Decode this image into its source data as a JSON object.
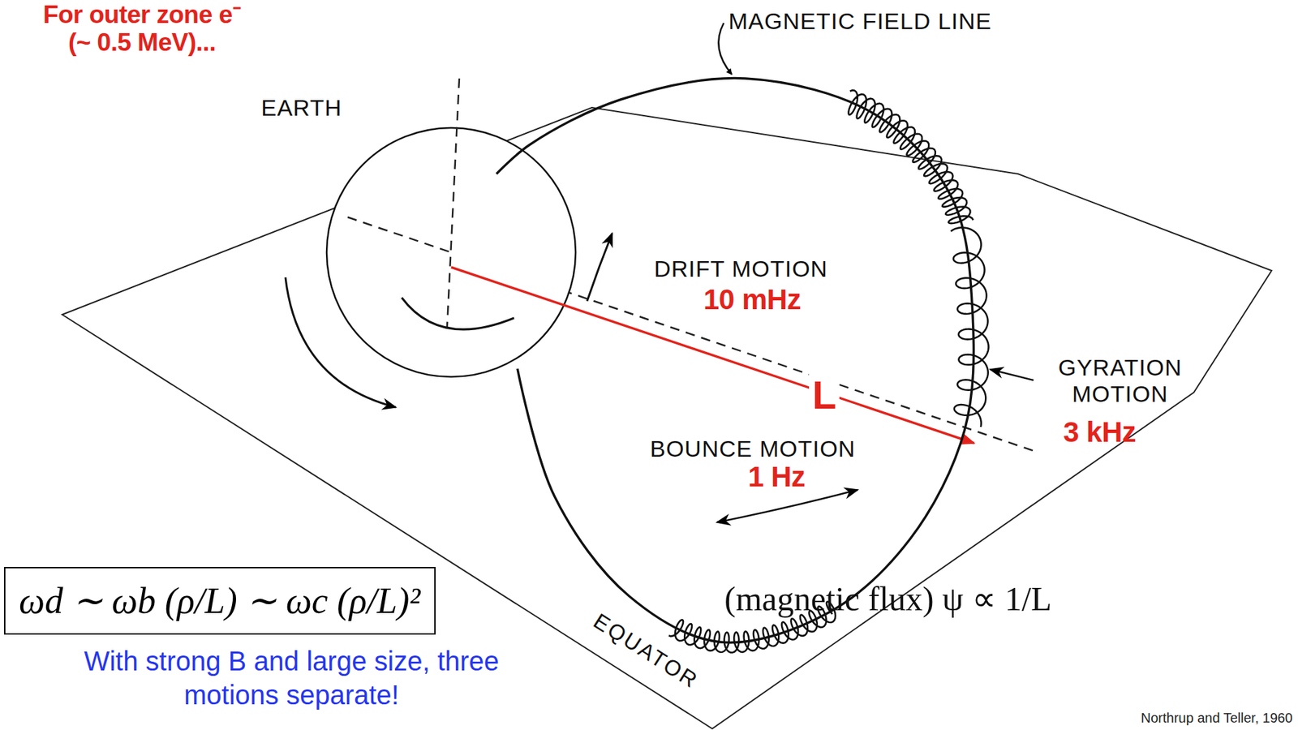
{
  "diagram": {
    "nodes": [
      {
        "text": [
          "ωd ∼ ωb (ρ/L) ∼ ωc (ρ/L)²"
        ]
      }
    ],
    "edges": [],
    "labels": [
      "For outer zone e⁻ (~ 0.5 MeV)...",
      "MAGNETIC FIELD LINE",
      "EARTH",
      "DRIFT MOTION",
      "10 mHz",
      "L",
      "GYRATION MOTION",
      "3 kHz",
      "BOUNCE MOTION",
      "1 Hz",
      "With strong B and large size, three motions separate!",
      "(magnetic flux) ψ ∝ 1/L",
      "EQUATOR",
      "Northrup and Teller, 1960"
    ]
  }
}
